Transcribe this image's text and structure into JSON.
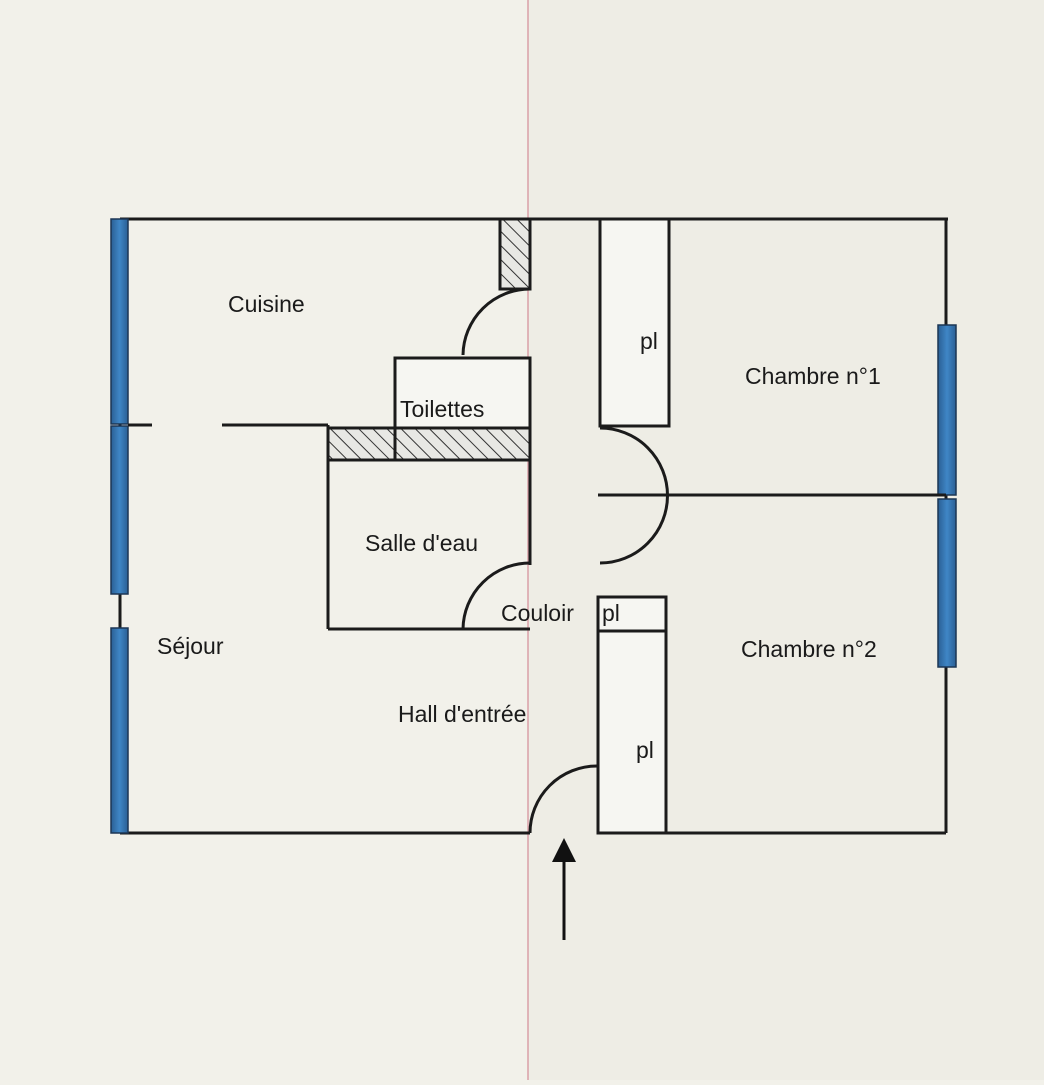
{
  "plan": {
    "rooms": {
      "cuisine": "Cuisine",
      "toilettes": "Toilettes",
      "salle_eau": "Salle d'eau",
      "sejour": "Séjour",
      "couloir": "Couloir",
      "hall": "Hall d'entrée",
      "chambre1": "Chambre n°1",
      "chambre2": "Chambre n°2"
    },
    "closets": {
      "pl_top": "pl",
      "pl_couloir": "pl",
      "pl_bottom": "pl"
    }
  },
  "colors": {
    "wall": "#1b1b1b",
    "window": "#2f6fab",
    "paper": "#f2f1ea"
  }
}
